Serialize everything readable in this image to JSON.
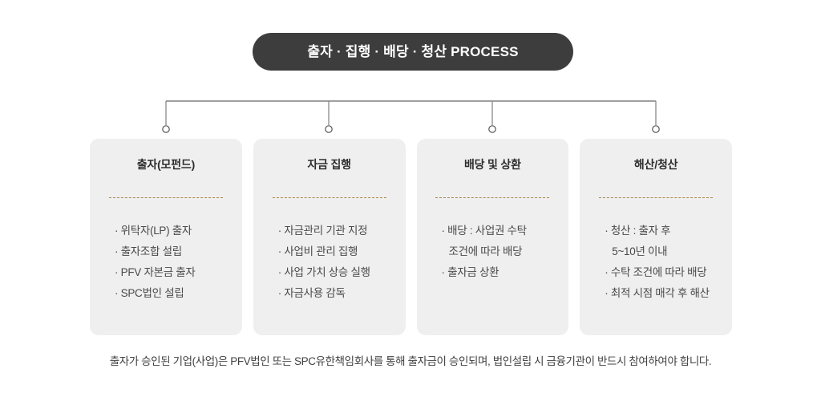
{
  "header": {
    "title": "출자 · 집행 · 배당 · 청산 PROCESS"
  },
  "colors": {
    "pill_bg": "#3d3d3d",
    "pill_text": "#ffffff",
    "card_bg": "#efefef",
    "divider": "#a8884f",
    "connector": "#808080",
    "body_text": "#4a4a4a"
  },
  "connector": {
    "node_icon": "circle-node-icon",
    "node_count": 4
  },
  "cards": [
    {
      "title": "출자(모펀드)",
      "items": [
        "· 위탁자(LP) 출자",
        "· 출자조합 설립",
        "· PFV 자본금 출자",
        "· SPC법인 설립"
      ]
    },
    {
      "title": "자금 집행",
      "items": [
        "· 자금관리 기관 지정",
        "· 사업비 관리 집행",
        "· 사업 가치 상승 실행",
        "· 자금사용 감독"
      ]
    },
    {
      "title": "배당 및 상환",
      "items": [
        "· 배당 : 사업권 수탁\n  조건에 따라 배당",
        "· 출자금 상환"
      ]
    },
    {
      "title": "해산/청산",
      "items": [
        "· 청산 : 출자 후\n  5~10년 이내",
        "· 수탁 조건에 따라 배당",
        "· 최적 시점 매각 후 해산"
      ]
    }
  ],
  "footer": {
    "note": "출자가 승인된 기업(사업)은 PFV법인 또는 SPC유한책임회사를 통해 출자금이 승인되며, 법인설립 시 금융기관이 반드시 참여하여야 합니다."
  }
}
